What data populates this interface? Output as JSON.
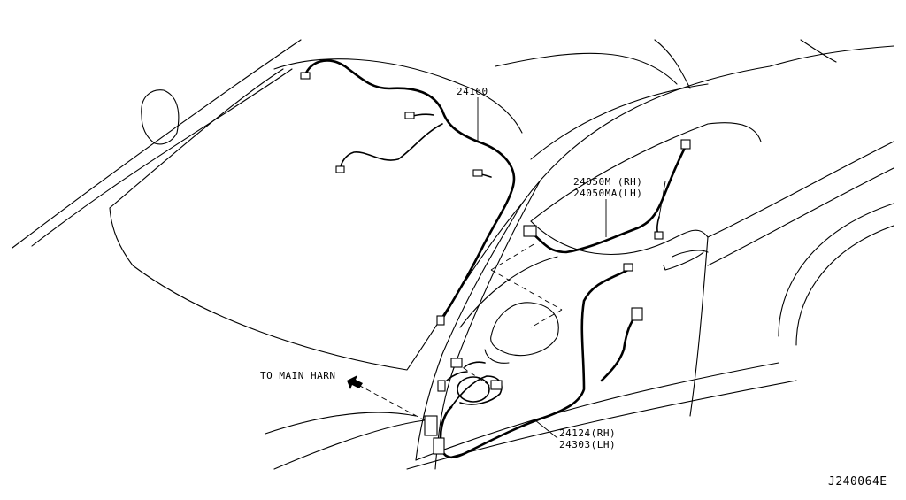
{
  "labels": {
    "roof_harness": "24160",
    "door_harness_rh": "24050M  (RH)",
    "door_harness_lh": "24050MA(LH)",
    "body_harness_rh": "24124(RH)",
    "body_harness_lh": "24303(LH)",
    "to_main_harness": "TO MAIN HARN",
    "diagram_code": "J240064E"
  }
}
